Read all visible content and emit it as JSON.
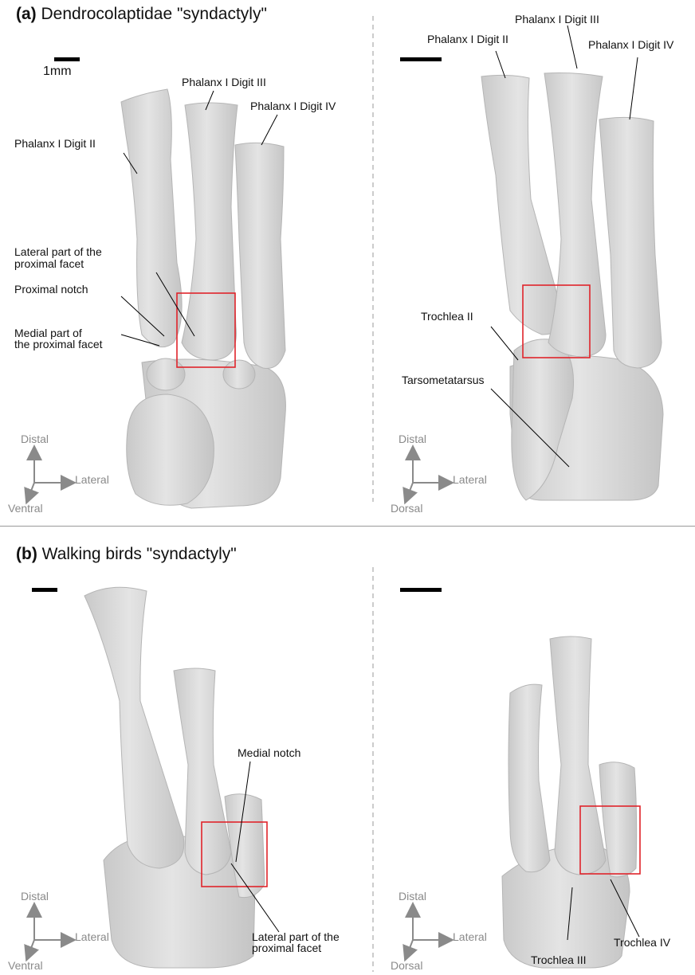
{
  "panel_a": {
    "letter": "(a)",
    "title": "Dendrocolaptidae \"syndactyly\"",
    "scale_label": "1mm",
    "left": {
      "labels": {
        "digit2": "Phalanx I Digit II",
        "digit3": "Phalanx I Digit III",
        "digit4": "Phalanx I Digit IV",
        "lateral_facet_1": "Lateral part of the",
        "lateral_facet_2": "proximal facet",
        "notch": "Proximal notch",
        "medial_facet_1": "Medial part of",
        "medial_facet_2": "the proximal facet"
      },
      "axes": {
        "up": "Distal",
        "right": "Lateral",
        "down": "Ventral"
      }
    },
    "right": {
      "labels": {
        "digit2": "Phalanx I Digit II",
        "digit3": "Phalanx I Digit III",
        "digit4": "Phalanx I Digit IV",
        "trochlea2": "Trochlea II",
        "tarsometatarsus": "Tarsometatarsus"
      },
      "axes": {
        "up": "Distal",
        "right": "Lateral",
        "down": "Dorsal"
      }
    }
  },
  "panel_b": {
    "letter": "(b)",
    "title": "Walking birds \"syndactyly\"",
    "left": {
      "labels": {
        "medial_notch": "Medial notch",
        "lateral_facet_1": "Lateral part of the",
        "lateral_facet_2": "proximal facet"
      },
      "axes": {
        "up": "Distal",
        "right": "Lateral",
        "down": "Ventral"
      }
    },
    "right": {
      "labels": {
        "trochlea3": "Trochlea III",
        "trochlea4": "Trochlea IV"
      },
      "axes": {
        "up": "Distal",
        "right": "Lateral",
        "down": "Dorsal"
      }
    }
  },
  "colors": {
    "bone": "#d9d9d9",
    "bone_edge": "#b5b5b5",
    "highlight_box": "#e0242b",
    "axis": "#8a8a8a"
  }
}
